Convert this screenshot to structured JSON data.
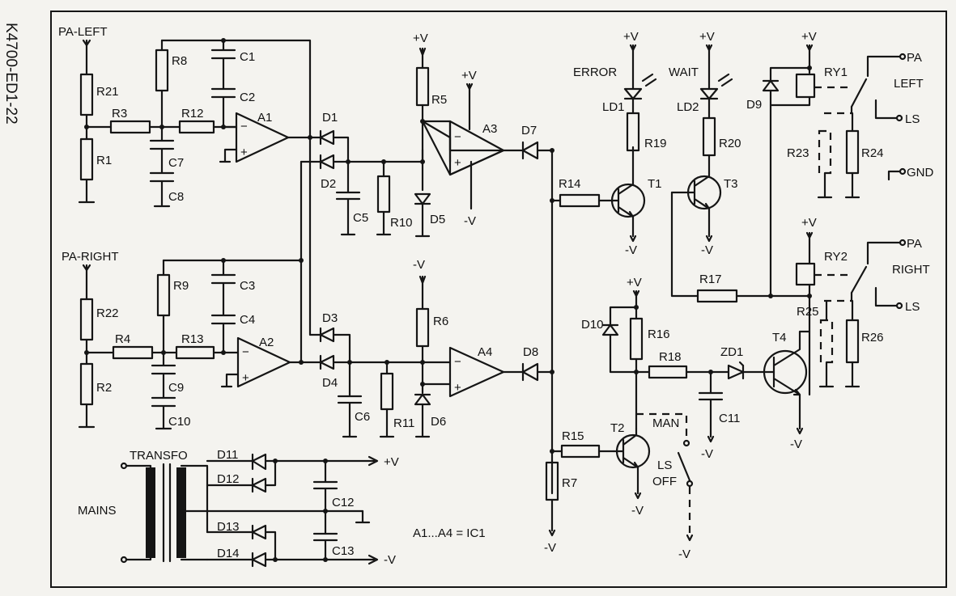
{
  "drawing_code": "K4700-ED1-22",
  "note": "A1...A4 = IC1",
  "nets": {
    "pos": "+V",
    "neg": "-V",
    "gnd": "GND",
    "mains": "MAINS",
    "transfo": "TRANSFO",
    "pa_left_in": "PA-LEFT",
    "pa_right_in": "PA-RIGHT",
    "pa": "PA",
    "left": "LEFT",
    "right": "RIGHT",
    "ls": "LS",
    "error": "ERROR",
    "wait": "WAIT",
    "man": "MAN",
    "ls_sw": "LS",
    "off": "OFF"
  },
  "components": {
    "R1": "R1",
    "R2": "R2",
    "R3": "R3",
    "R4": "R4",
    "R5": "R5",
    "R6": "R6",
    "R7": "R7",
    "R8": "R8",
    "R9": "R9",
    "R10": "R10",
    "R11": "R11",
    "R12": "R12",
    "R13": "R13",
    "R14": "R14",
    "R15": "R15",
    "R16": "R16",
    "R17": "R17",
    "R18": "R18",
    "R19": "R19",
    "R20": "R20",
    "R21": "R21",
    "R22": "R22",
    "R23": "R23",
    "R24": "R24",
    "R25": "R25",
    "R26": "R26",
    "C1": "C1",
    "C2": "C2",
    "C3": "C3",
    "C4": "C4",
    "C5": "C5",
    "C6": "C6",
    "C7": "C7",
    "C8": "C8",
    "C9": "C9",
    "C10": "C10",
    "C11": "C11",
    "C12": "C12",
    "C13": "C13",
    "D1": "D1",
    "D2": "D2",
    "D3": "D3",
    "D4": "D4",
    "D5": "D5",
    "D6": "D6",
    "D7": "D7",
    "D8": "D8",
    "D9": "D9",
    "D10": "D10",
    "D11": "D11",
    "D12": "D12",
    "D13": "D13",
    "D14": "D14",
    "ZD1": "ZD1",
    "A1": "A1",
    "A2": "A2",
    "A3": "A3",
    "A4": "A4",
    "T1": "T1",
    "T2": "T2",
    "T3": "T3",
    "T4": "T4",
    "LD1": "LD1",
    "LD2": "LD2",
    "RY1": "RY1",
    "RY2": "RY2"
  }
}
